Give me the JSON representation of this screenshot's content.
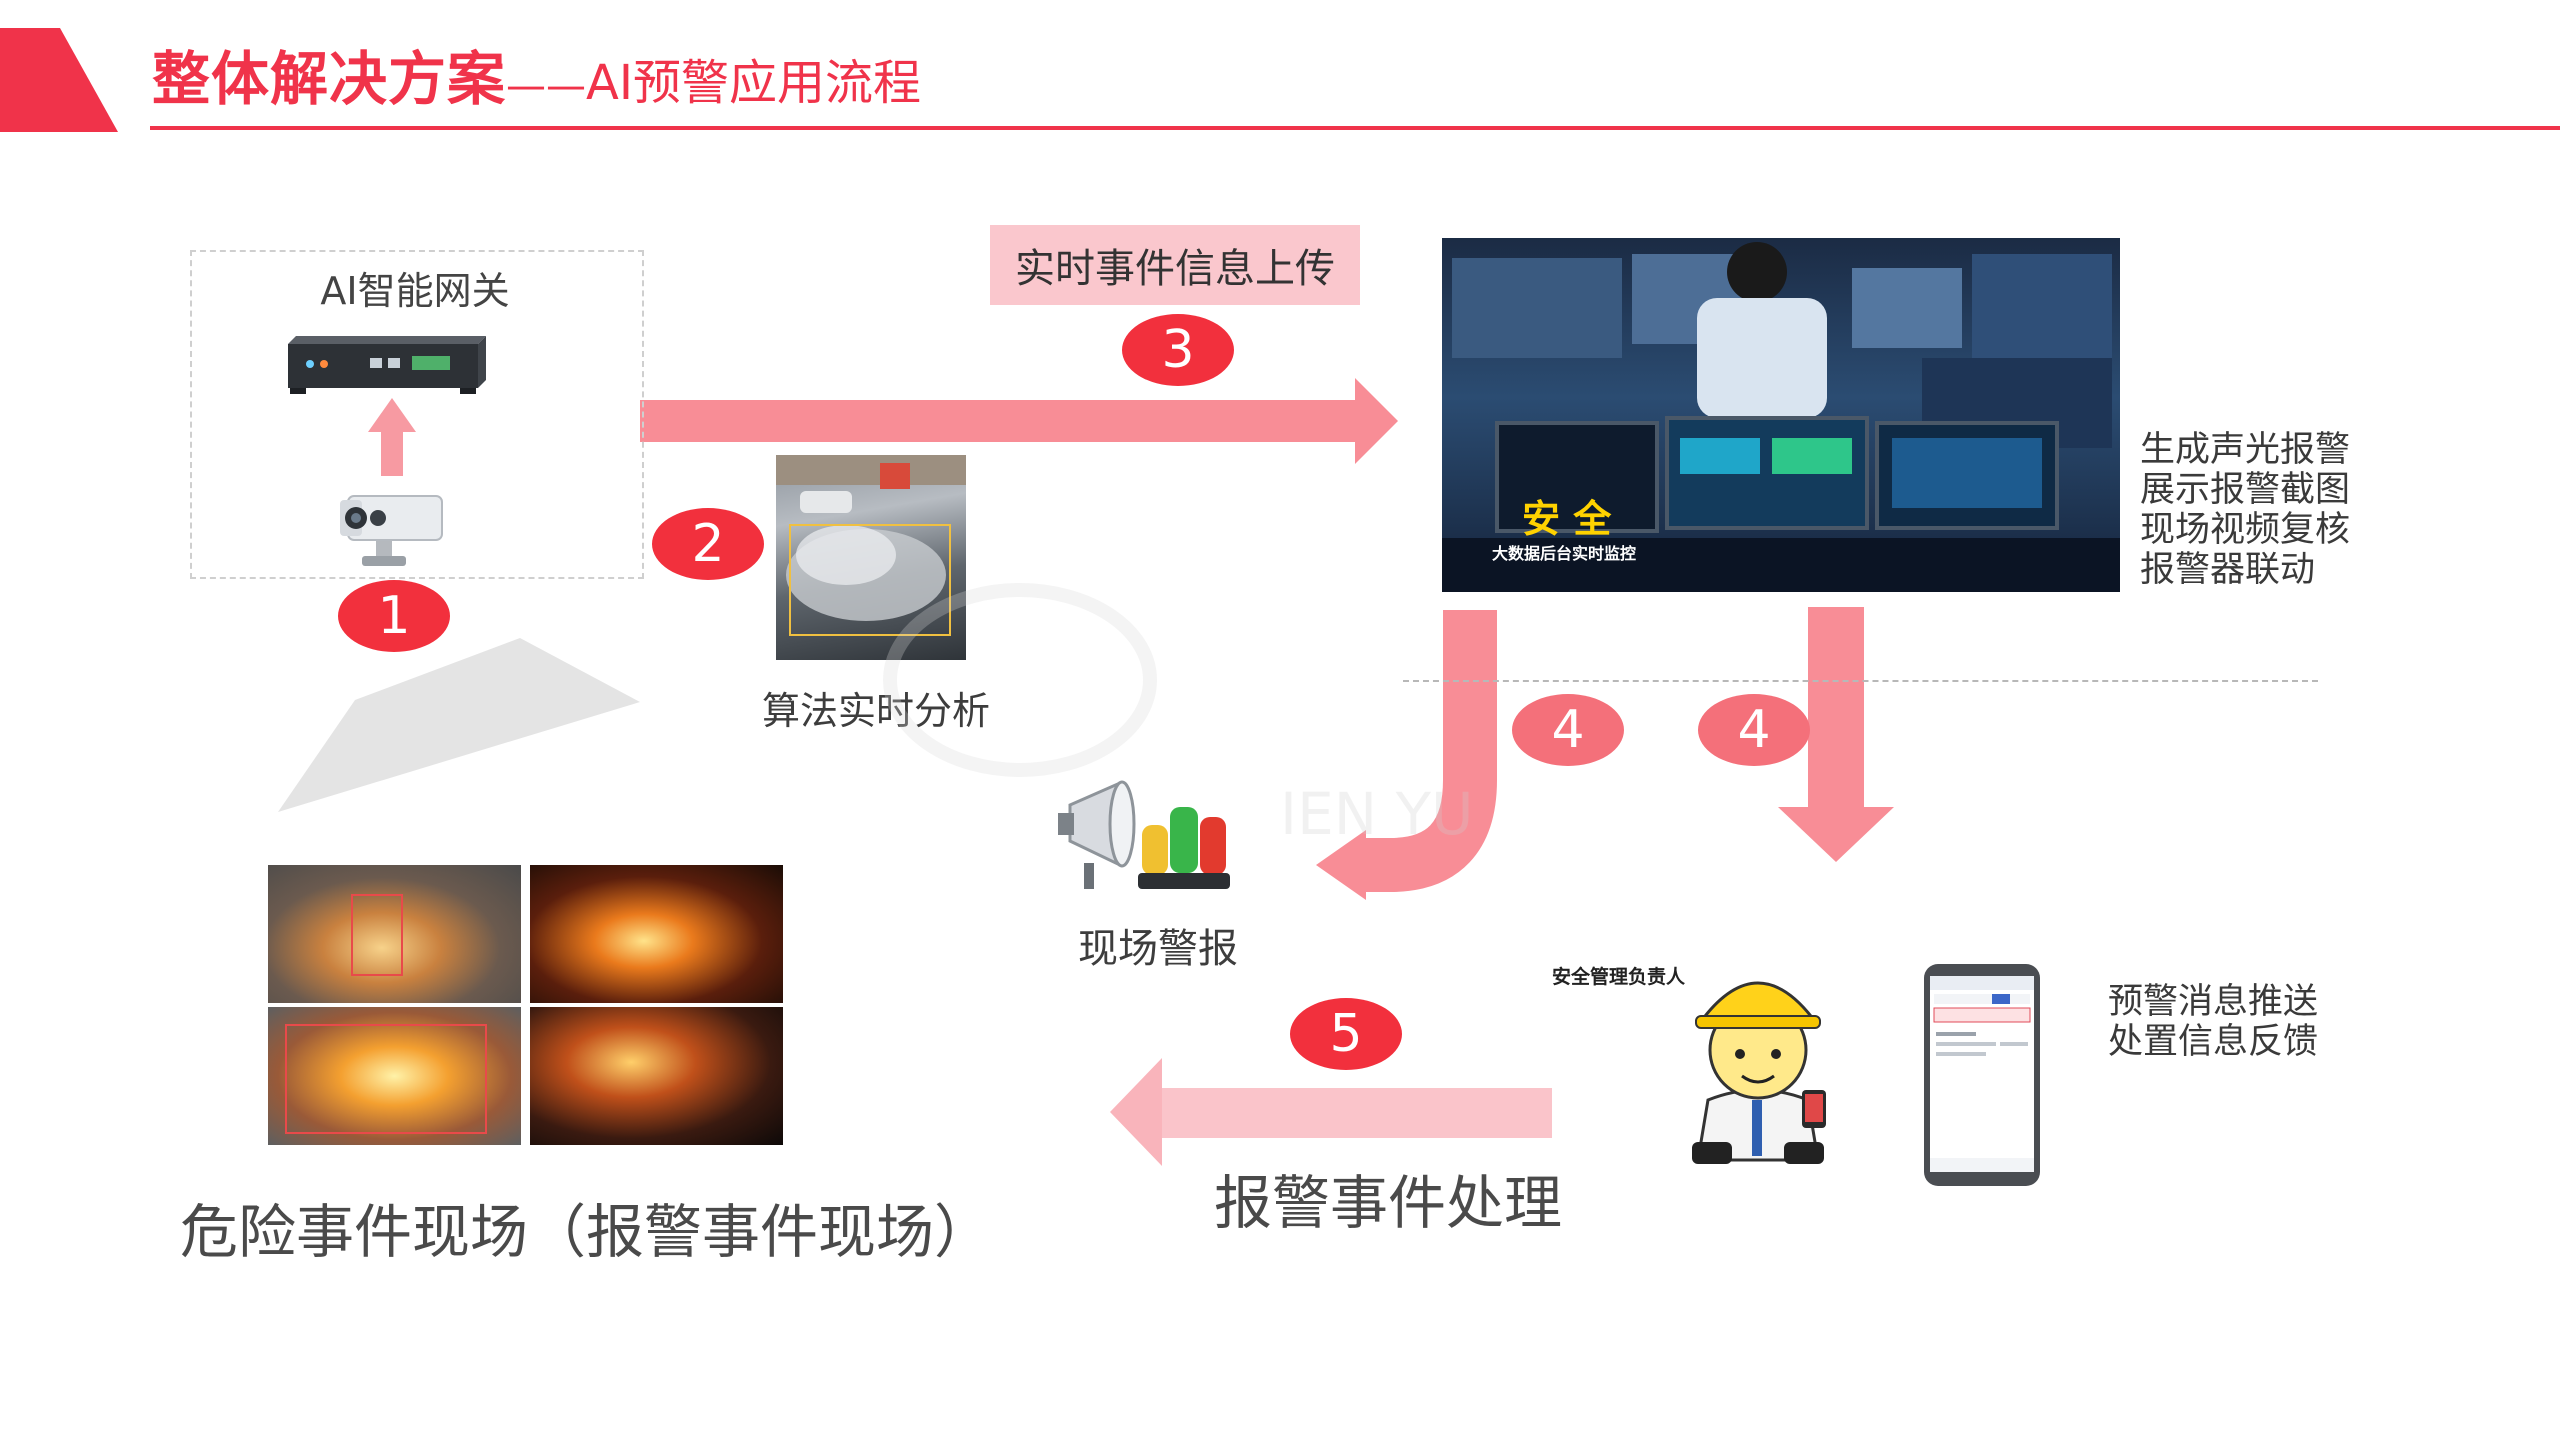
{
  "header": {
    "title_main": "整体解决方案",
    "title_dash": "——",
    "title_sub": "AI预警应用流程",
    "accent_color": "#f0334a"
  },
  "gateway": {
    "label": "AI智能网关"
  },
  "steps": {
    "s1": "1",
    "s2": "2",
    "s3": "3",
    "s4a": "4",
    "s4b": "4",
    "s5": "5"
  },
  "labels": {
    "analysis": "算法实时分析",
    "upload": "实时事件信息上传",
    "onsite_alarm": "现场警报",
    "event_handling": "报警事件处理",
    "danger_scene": "危险事件现场（报警事件现场）",
    "safety_manager": "安全管理负责人"
  },
  "platform_functions": [
    "生成声光报警",
    "展示报警截图",
    "现场视频复核",
    "报警器联动"
  ],
  "mobile_functions": [
    "预警消息推送",
    "处置信息反馈"
  ],
  "monitor_overlay": {
    "big": "安 全",
    "small": "大数据后台实时监控"
  },
  "watermark": {
    "text": "IEN YU"
  },
  "icons": {
    "camera": "camera-icon",
    "gateway_device": "gateway-device-icon",
    "horn": "horn-icon",
    "signal_lights": "signal-lights-icon",
    "worker": "worker-icon",
    "phone": "phone-icon"
  }
}
